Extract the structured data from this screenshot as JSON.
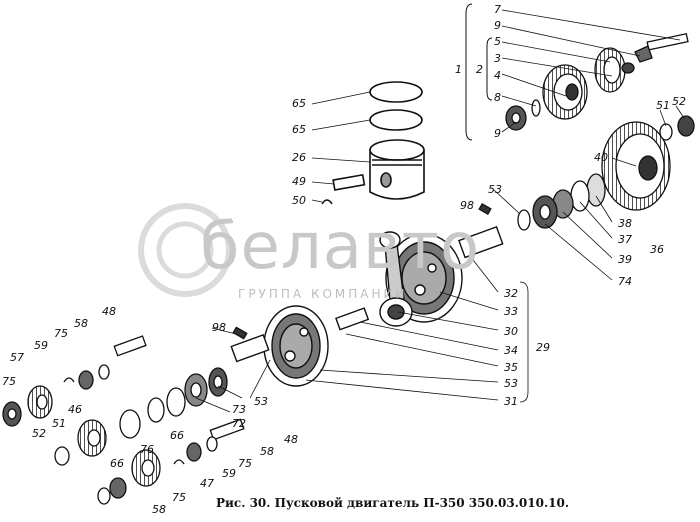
{
  "watermark": {
    "name": "белавто",
    "sub": "ГРУППА КОМПАНИЙ"
  },
  "caption": "Рис. 30. Пусковой двигатель П-350 350.03.010.10.",
  "labels": {
    "l7": "7",
    "l9a": "9",
    "l5": "5",
    "l3": "3",
    "l4": "4",
    "l8": "8",
    "l9b": "9",
    "l1": "1",
    "l2": "2",
    "l65a": "65",
    "l65b": "65",
    "l26": "26",
    "l49": "49",
    "l50": "50",
    "l51a": "51",
    "l52a": "52",
    "l40": "40",
    "l53a": "53",
    "l98a": "98",
    "l38": "38",
    "l37": "37",
    "l39": "39",
    "l36": "36",
    "l74": "74",
    "l32": "32",
    "l33": "33",
    "l30": "30",
    "l34": "34",
    "l35": "35",
    "l53b": "53",
    "l31": "31",
    "l29": "29",
    "l98b": "98",
    "l48a": "48",
    "l58a": "58",
    "l75a": "75",
    "l59a": "59",
    "l57": "57",
    "l75b": "75",
    "l73": "73",
    "l72": "72",
    "l53c": "53",
    "l46": "46",
    "l51b": "51",
    "l52b": "52",
    "l76": "76",
    "l66a": "66",
    "l66b": "66",
    "l48b": "48",
    "l58b": "58",
    "l75c": "75",
    "l59b": "59",
    "l47": "47",
    "l75d": "75",
    "l58c": "58"
  }
}
